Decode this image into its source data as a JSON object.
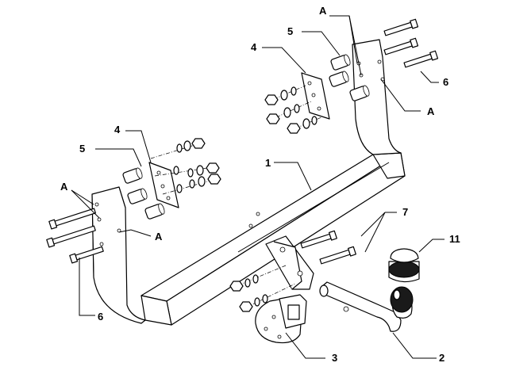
{
  "callouts": {
    "c1": "1",
    "c2": "2",
    "c3": "3",
    "c4_left": "4",
    "c4_right": "4",
    "c5_left": "5",
    "c5_right": "5",
    "c6_left": "6",
    "c6_right": "6",
    "c7": "7",
    "c11": "11",
    "a_top": "A",
    "a_right": "A",
    "a_left": "A",
    "a_mid": "A"
  }
}
